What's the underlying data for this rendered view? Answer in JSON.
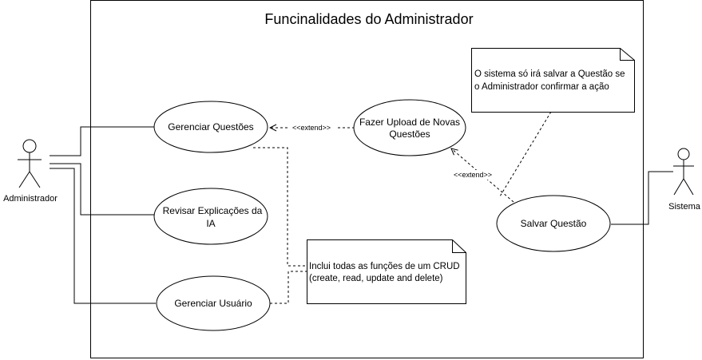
{
  "diagram": {
    "title": "Funcinalidades do Administrador",
    "actors": {
      "admin": "Administrador",
      "system": "Sistema"
    },
    "use_cases": {
      "gerenciar_questoes": "Gerenciar Questões",
      "revisar_line1": "Revisar Explicações da",
      "revisar_line2": "IA",
      "gerenciar_usuario": "Gerenciar Usuário",
      "upload_line1": "Fazer Upload de Novas",
      "upload_line2": "Questões",
      "salvar_questao": "Salvar Questão"
    },
    "stereotypes": {
      "extend_top": "<<extend>>",
      "extend_bottom": "<<extend>>"
    },
    "notes": {
      "salvar_line1": "O sistema só irá salvar a Questão se",
      "salvar_line2": "o Administrador confirmar a ação",
      "crud_line1": "Inclui todas as funções de um CRUD",
      "crud_line2": "(create, read, update and delete)"
    }
  }
}
